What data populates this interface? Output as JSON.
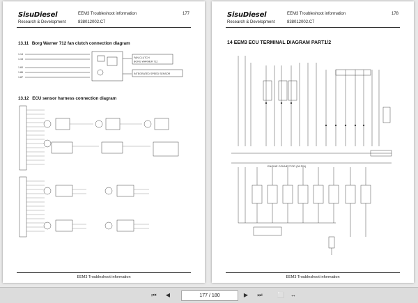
{
  "left_page": {
    "logo": "SisuDiesel",
    "header_title": "EEM3 Troubleshoot information",
    "page_number": "177",
    "department": "Research & Development",
    "doc_number": "838012002.C7",
    "section1_number": "13.11",
    "section1_title": "Borg Warner 712 fan clutch connection diagram",
    "section2_number": "13.12",
    "section2_title": "ECU sensor harness connection diagram",
    "fan_clutch_labels": [
      "FAN CLUTCH",
      "BORG WARNER 712",
      "INTEGRATED SPEED SENSOR"
    ],
    "footer": "EEM3 Troubleshoot information"
  },
  "right_page": {
    "logo": "SisuDiesel",
    "header_title": "EEM3 Troubleshoot information",
    "page_number": "178",
    "department": "Research & Development",
    "doc_number": "838012002.C7",
    "title": "14 EEM3 ECU TERMINAL DIAGRAM PART1/2",
    "engine_connector_label": "ENGINE CONNECTOR (36 PIN)",
    "footer": "EEM3 Troubleshoot information"
  },
  "toolbar": {
    "current_page": "177",
    "separator": "/",
    "total_pages": "180",
    "icons": [
      "first-page-icon",
      "prev-page-icon",
      "next-page-icon",
      "last-page-icon",
      "fit-page-icon",
      "fit-width-icon"
    ]
  }
}
